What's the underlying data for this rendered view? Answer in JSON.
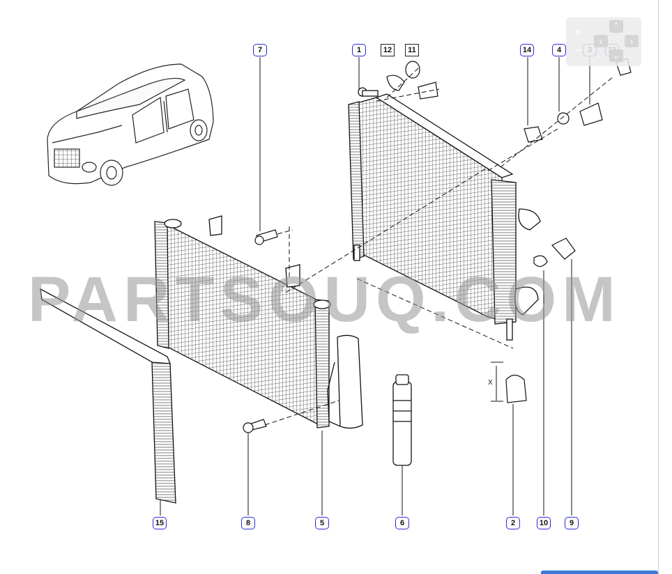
{
  "watermark": "PARTSOUQ.COM",
  "callouts": [
    {
      "id": "1",
      "style": "round"
    },
    {
      "id": "12",
      "style": "square"
    },
    {
      "id": "11",
      "style": "square"
    },
    {
      "id": "7",
      "style": "round"
    },
    {
      "id": "14",
      "style": "round"
    },
    {
      "id": "4",
      "style": "round"
    },
    {
      "id": "3",
      "style": "round"
    },
    {
      "id": "13",
      "style": "round"
    },
    {
      "id": "15",
      "style": "round"
    },
    {
      "id": "8",
      "style": "round"
    },
    {
      "id": "5",
      "style": "round"
    },
    {
      "id": "6",
      "style": "round"
    },
    {
      "id": "2",
      "style": "round"
    },
    {
      "id": "10",
      "style": "round"
    },
    {
      "id": "9",
      "style": "round"
    }
  ],
  "dimension_mark": "X",
  "zoom_controls": {
    "zoom_in": "+",
    "zoom_out": "−",
    "pan_up": "⌃",
    "pan_down": "⌄",
    "pan_left": "‹",
    "pan_right": "›"
  },
  "colors": {
    "callout_border": "#2b2bd6",
    "line": "#111111",
    "watermark": "#969696"
  }
}
